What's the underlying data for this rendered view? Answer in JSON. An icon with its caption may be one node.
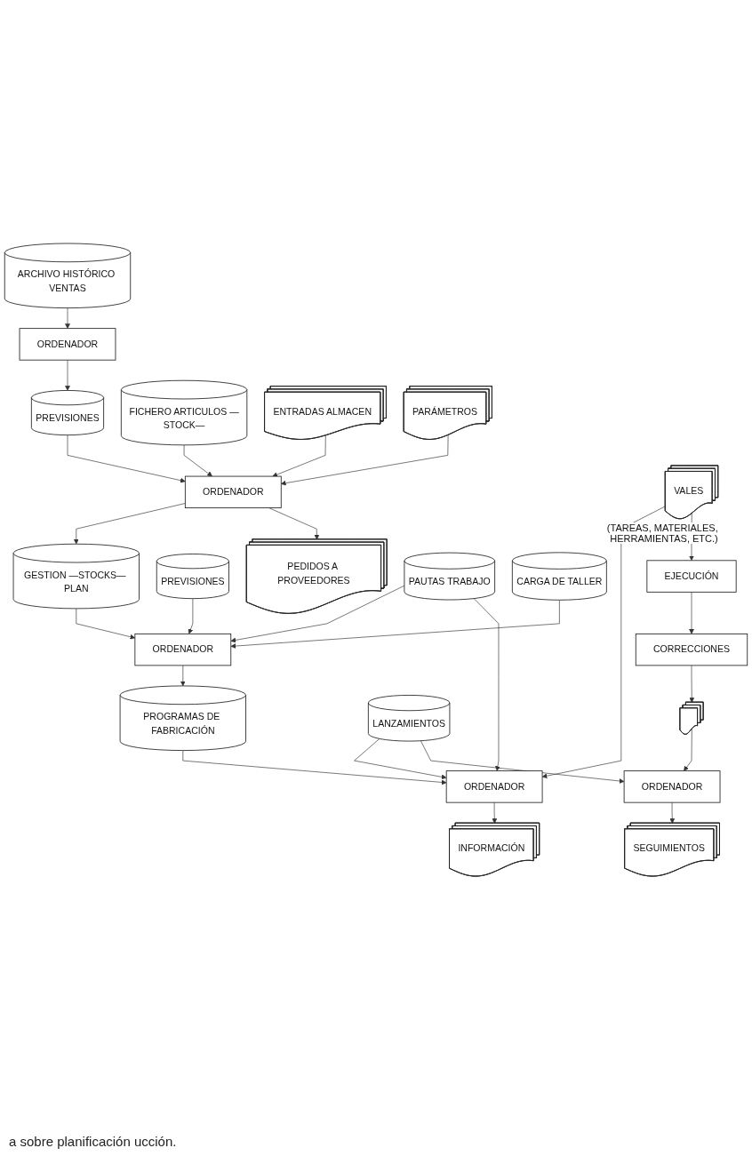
{
  "diagram": {
    "caption": "a sobre planificación ucción.",
    "nodes": [
      {
        "text": [
          "ARCHIVO HISTÓRICO VENTAS"
        ]
      },
      {
        "text": [
          "ORDENADOR"
        ]
      },
      {
        "text": [
          "PREVISIONES"
        ]
      },
      {
        "text": [
          "GESTION —STOCKS— PLAN"
        ]
      },
      {
        "text": [
          "ORDENADOR"
        ]
      },
      {
        "text": [
          "FICHERO ARTICULOS —STOCK—"
        ]
      },
      {
        "text": [
          "PREVISIONES"
        ]
      },
      {
        "text": [
          "PEDIDOS A PROVEEDORES"
        ]
      },
      {
        "text": [
          "ENTRADAS ALMACEN"
        ]
      },
      {
        "text": [
          "PARÁMETROS"
        ]
      },
      {
        "text": [
          "PAUTAS TRABAJO"
        ]
      },
      {
        "text": [
          "ORDENADOR"
        ]
      },
      {
        "text": [
          "PROGRAMAS DE FABRICACIÓN"
        ]
      },
      {
        "text": [
          "CARGA DE TALLER"
        ]
      },
      {
        "text": [
          "ORDENADOR"
        ]
      },
      {
        "text": [
          "LANZAMIENTOS"
        ]
      },
      {
        "text": [
          "INFORMACIÓN"
        ]
      },
      {
        "text": [
          "VALES"
        ],
        "beside": [
          "(TAREAS, MATERIALES, HERRAMIENTAS, ETC.)"
        ]
      },
      {
        "text": [
          "EJECUCIÓN"
        ]
      },
      {
        "text": [
          "CORRECCIONES"
        ]
      },
      {
        "text": [],
        "shape": "document"
      },
      {
        "text": [
          "ORDENADOR"
        ]
      },
      {
        "text": [
          "SEGUIMIENTOS"
        ]
      }
    ],
    "edges": [
      {
        "from": 0,
        "to": 1,
        "arrow": "to"
      },
      {
        "from": 1,
        "to": 2,
        "arrow": "to"
      },
      {
        "from": 2,
        "to": 4,
        "arrow": "to"
      },
      {
        "from": 5,
        "to": 4,
        "arrow": "to"
      },
      {
        "from": 8,
        "to": 4,
        "arrow": "to"
      },
      {
        "from": 9,
        "to": 4,
        "arrow": "to"
      },
      {
        "from": 4,
        "to": 3,
        "arrow": "to"
      },
      {
        "from": 4,
        "to": 7,
        "arrow": "to"
      },
      {
        "from": 3,
        "to": 11,
        "arrow": "to"
      },
      {
        "from": 6,
        "to": 11,
        "arrow": "to"
      },
      {
        "from": 10,
        "to": 11,
        "arrow": "to"
      },
      {
        "from": 13,
        "to": 11,
        "arrow": "to"
      },
      {
        "from": 11,
        "to": 12,
        "arrow": "to"
      },
      {
        "from": 10,
        "to": 14,
        "arrow": "to"
      },
      {
        "from": 15,
        "to": 14,
        "arrow": "to"
      },
      {
        "from": 12,
        "to": 14,
        "arrow": "to"
      },
      {
        "from": 17,
        "to": 14,
        "arrow": "to"
      },
      {
        "from": 14,
        "to": 16,
        "arrow": "to"
      },
      {
        "from": 17,
        "to": 18,
        "arrow": "to"
      },
      {
        "from": 18,
        "to": 19,
        "arrow": "to"
      },
      {
        "from": 19,
        "to": 20,
        "arrow": "to"
      },
      {
        "from": 20,
        "to": 21,
        "arrow": "to"
      },
      {
        "from": 15,
        "to": 21,
        "arrow": "to"
      },
      {
        "from": 21,
        "to": 22,
        "arrow": "to"
      }
    ]
  }
}
